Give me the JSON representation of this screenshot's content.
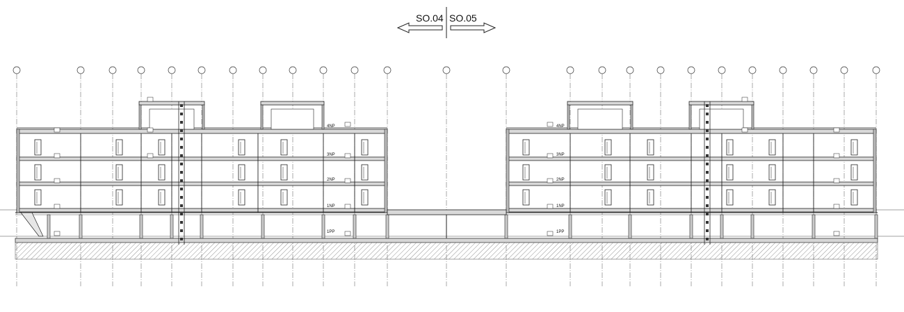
{
  "header": {
    "left_label": "SO.04",
    "right_label": "SO.05"
  },
  "floors_left": [
    "4NP",
    "3NP",
    "2NP",
    "1NP",
    "1PP"
  ],
  "floors_right": [
    "4NP",
    "3NP",
    "2NP",
    "1NP",
    "1PP"
  ]
}
